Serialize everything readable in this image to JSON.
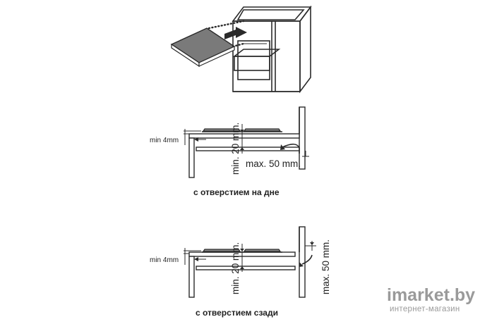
{
  "upper_section": {
    "label_min_gap": "min 4mm",
    "label_min_height": "min. 20 mm.",
    "label_max_gap": "max. 50 mm.",
    "caption": "с отверстием на дне"
  },
  "lower_section": {
    "label_min_gap": "min 4mm",
    "label_min_height": "min. 20 mm.",
    "label_max_gap": "max. 50 mm.",
    "caption": "с отверстием сзади"
  },
  "watermark": {
    "brand": "imarket.by",
    "tagline": "интернет-магазин"
  }
}
